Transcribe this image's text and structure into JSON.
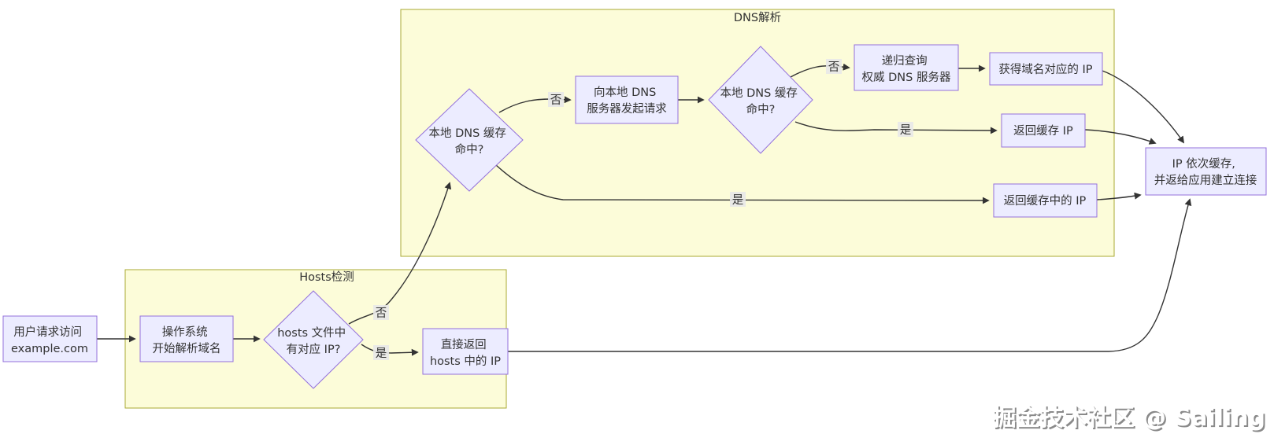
{
  "diagram": {
    "clusters": {
      "dns": {
        "title": "DNS解析"
      },
      "hosts": {
        "title": "Hosts检测"
      }
    },
    "nodes": {
      "user_request": {
        "line1": "用户请求访问",
        "line2": "example.com"
      },
      "os_parse": {
        "line1": "操作系统",
        "line2": "开始解析域名"
      },
      "hosts_has_ip": {
        "line1": "hosts 文件中",
        "line2": "有对应 IP?"
      },
      "return_hosts_ip": {
        "line1": "直接返回",
        "line2": "hosts 中的 IP"
      },
      "local_dns_cache_hit": {
        "line1": "本地 DNS 缓存",
        "line2": "命中?"
      },
      "request_local_dns": {
        "line1": "向本地 DNS",
        "line2": "服务器发起请求"
      },
      "server_cache_hit": {
        "line1": "本地 DNS 缓存",
        "line2": "命中?"
      },
      "recursive_query": {
        "line1": "递归查询",
        "line2": "权威 DNS 服务器"
      },
      "got_domain_ip": {
        "line1": "获得域名对应的 IP"
      },
      "return_cached_ip": {
        "line1": "返回缓存 IP"
      },
      "return_ip_in_cache": {
        "line1": "返回缓存中的 IP"
      },
      "ip_cache_connect": {
        "line1": "IP 依次缓存,",
        "line2": "并返给应用建立连接"
      }
    },
    "edge_labels": {
      "yes": "是",
      "no": "否"
    },
    "colors": {
      "cluster_fill": "#fcfcd9",
      "cluster_border": "#aaaa33",
      "node_fill": "#ececff",
      "node_border": "#9370db",
      "edge": "#333333",
      "edge_label_bg": "#e8e8e8",
      "text": "#333333"
    }
  },
  "watermark": {
    "text": "掘金技术社区 @ Sailing"
  }
}
